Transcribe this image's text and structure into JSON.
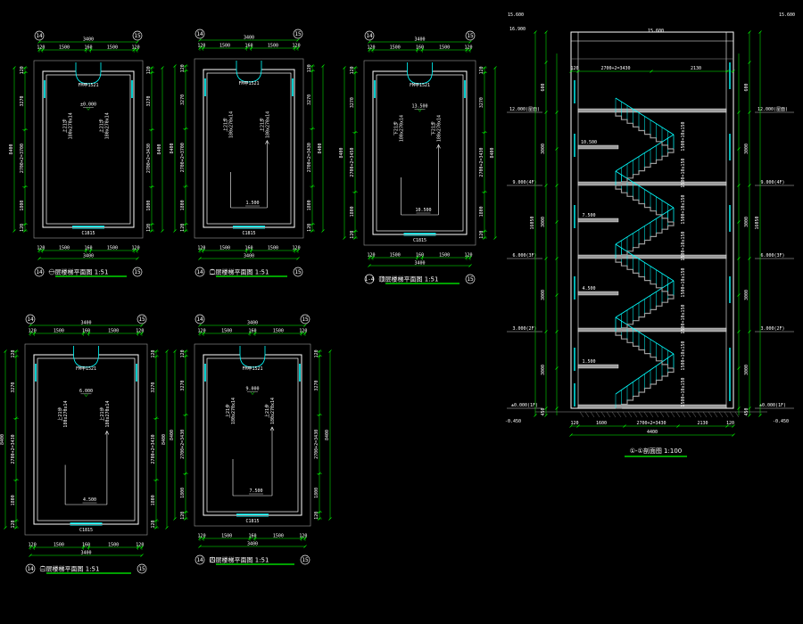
{
  "colors": {
    "wall": "#ffffff",
    "dim": "#00ff00",
    "cyan": "#00ffff",
    "gray": "#9a9a9a",
    "bubble": "#e8e8e8"
  },
  "axes": {
    "left": "14",
    "right": "15",
    "left_alt": "1-4"
  },
  "plans": [
    {
      "id": "p1",
      "title": "一层楼梯平面图",
      "scale": "1:51",
      "top_dim": "3400",
      "top_sub": [
        "120",
        "1500",
        "160",
        "1500",
        "120"
      ],
      "bottom_dim": "3400",
      "bottom_sub": [
        "120",
        "1500",
        "160",
        "1500",
        "120"
      ],
      "left_total": "8400",
      "left_sub": [
        "120",
        "3270",
        "2700+2=3700",
        "1800",
        "120"
      ],
      "right_total": "8400",
      "right_sub": [
        "120",
        "3270",
        "2700+2=3430",
        "1800",
        "120"
      ],
      "door": "FM甲1521",
      "window": "C1815",
      "level_top": "±0.000",
      "level_bottom": "",
      "arrow": "上21步\n180x270x14"
    },
    {
      "id": "p2",
      "title": "二层楼梯平面图",
      "scale": "1:51",
      "top_dim": "3400",
      "top_sub": [
        "120",
        "1500",
        "160",
        "1500",
        "120"
      ],
      "bottom_dim": "3400",
      "bottom_sub": [
        "120",
        "1500",
        "160",
        "1500",
        "120"
      ],
      "left_total": "8400",
      "left_sub": [
        "120",
        "3270",
        "2700+2=3700",
        "1800",
        "120"
      ],
      "right_total": "8400",
      "right_sub": [
        "120",
        "3270",
        "2700+2=3430",
        "1800",
        "120"
      ],
      "door": "FM甲1521",
      "window": "C1815",
      "level_top": "",
      "level_bottom": "1.500",
      "arrow": "上21步\n180x270x14"
    },
    {
      "id": "p3",
      "title": "顶层楼梯平面图",
      "scale": "1:51",
      "top_dim": "3400",
      "top_sub": [
        "120",
        "1500",
        "160",
        "1500",
        "120"
      ],
      "bottom_dim": "3400",
      "bottom_sub": [
        "120",
        "1500",
        "160",
        "1500",
        "120"
      ],
      "left_total": "8400",
      "left_sub": [
        "120",
        "3270",
        "2700+2=3450",
        "1800",
        "120"
      ],
      "right_total": "8400",
      "right_sub": [
        "120",
        "3270",
        "2700+2=3430",
        "1800",
        "120"
      ],
      "door": "FM甲1521",
      "window": "C1815",
      "level_top": "13.500",
      "level_bottom": "10.500",
      "arrow": "下21步\n180x270x14"
    },
    {
      "id": "p4",
      "title": "三层楼梯平面图",
      "scale": "1:51",
      "top_dim": "3400",
      "top_sub": [
        "120",
        "1500",
        "160",
        "1500",
        "120"
      ],
      "bottom_dim": "3400",
      "bottom_sub": [
        "120",
        "1500",
        "160",
        "1500",
        "120"
      ],
      "left_total": "8400",
      "left_sub": [
        "120",
        "3270",
        "2700+2=3430",
        "1800",
        "120"
      ],
      "right_total": "8400",
      "right_sub": [
        "120",
        "3270",
        "2700+2=3430",
        "1800",
        "120"
      ],
      "door": "FM甲1521",
      "window": "C1815",
      "level_top": "6.000",
      "level_bottom": "4.500",
      "arrow": "上21步\n180x270x14"
    },
    {
      "id": "p5",
      "title": "四层楼梯平面图",
      "scale": "1:51",
      "top_dim": "3400",
      "top_sub": [
        "120",
        "1500",
        "160",
        "1500",
        "120"
      ],
      "bottom_dim": "3400",
      "bottom_sub": [
        "120",
        "1500",
        "160",
        "1500",
        "120"
      ],
      "left_total": "8400",
      "left_sub": [
        "120",
        "3270",
        "2700+2=3430",
        "1800",
        "120"
      ],
      "right_total": "8400",
      "right_sub": [
        "120",
        "3270",
        "2700+2=3430",
        "1800",
        "120"
      ],
      "door": "FM甲1521",
      "window": "C1815",
      "level_top": "9.000",
      "level_bottom": "7.500",
      "arrow": "上21步\n180x270x14"
    }
  ],
  "section": {
    "title": "①-①剖面图 1:100",
    "top_levels": [
      "15.600",
      "15.600"
    ],
    "roof_left": "16.900",
    "floor_levels": [
      {
        "label": "12.000(屋面)",
        "right": "12.000(屋面)"
      },
      {
        "label": "9.000(4F)",
        "right": "9.000(4F)"
      },
      {
        "label": "6.000(3F)",
        "right": "6.000(3F)"
      },
      {
        "label": "3.000(2F)",
        "right": "3.000(2F)"
      },
      {
        "label": "±0.000(1F)",
        "right": "±0.000(1F)"
      }
    ],
    "landing_levels": [
      "10.500",
      "7.500",
      "4.500",
      "1.500"
    ],
    "ground": "-0.450",
    "ground_right": "-0.450",
    "bottom_dims": [
      "120",
      "1600",
      "2700+2=3430",
      "2130",
      "120"
    ],
    "bottom_total": "4400",
    "top_sub": [
      "120",
      "2700+2=3430",
      "2130"
    ],
    "flight_labels": [
      "1500+10x150",
      "1500+10x150",
      "1500+10x150",
      "1500+10x150",
      "1500+10x150",
      "1500+10x150",
      "1500+10x150",
      "1500+10x150"
    ],
    "left_heights": [
      "600",
      "3000",
      "3000",
      "3000",
      "3000",
      "450"
    ],
    "left_total": "16050",
    "right_heights": [
      "600",
      "3000",
      "3000",
      "3000",
      "3000",
      "450"
    ],
    "right_total": "16050"
  }
}
